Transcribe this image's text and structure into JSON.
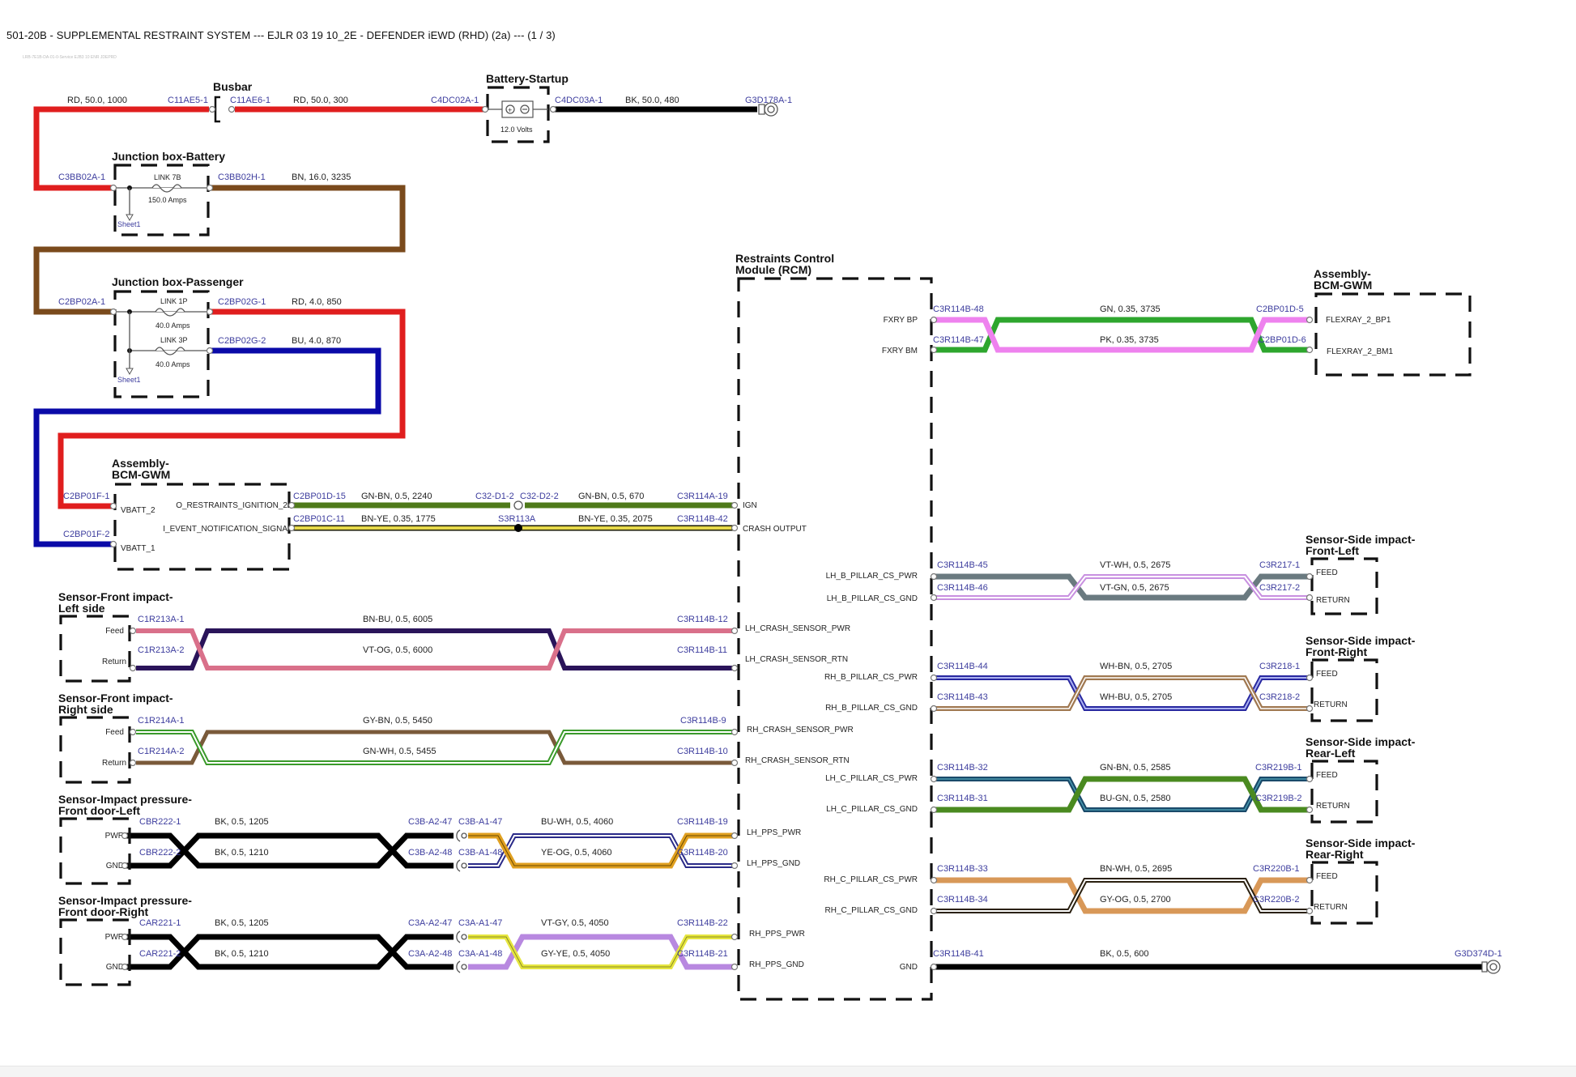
{
  "header": {
    "title": "501-20B - SUPPLEMENTAL RESTRAINT SYSTEM --- EJLR 03 19 10_2E - DEFENDER iEWD (RHD) (2a) --- (1 / 3)",
    "subtitle": "LRB-7E1B-DA-01-0-Service EJB3 10 ENR JDEPRD"
  },
  "colors": {
    "RD": "#e01e1e",
    "BK": "#000000",
    "BN": "#7a4a1c",
    "BU": "#0a0aa8",
    "GN_BN": "#4f7a1a",
    "BN_YE": "#e6d84a",
    "GN": "#2ea62e",
    "PK": "#ee82ee",
    "BN_BU": "#2a145a",
    "VT_OG": "#d9708a",
    "GY_BN": "#7a5a3a",
    "GN_WH": "#6ccc4c",
    "BU_WH": "#2a2a88",
    "YE_OG": "#e0a020",
    "VT_GY": "#b888e0",
    "GY_YE": "#e6e640",
    "VT_WH": "#c890e0",
    "VT_GN": "#6a7a80",
    "WH_BN": "#a07850",
    "WH_BU": "#2828a0",
    "GN_BN2": "#4a8a20",
    "BU_GN": "#1a4a6a",
    "BN_WH": "#2a2010",
    "GY_OG": "#d89858",
    "connector": "#3d3d9e",
    "outline": "#111111"
  },
  "components": {
    "busbar": "Busbar",
    "battery": {
      "title": "Battery-Startup",
      "voltage": "12.0 Volts"
    },
    "jb_battery": {
      "title": "Junction box-Battery",
      "link": "LINK 7B",
      "amps": "150.0 Amps",
      "sheet": "Sheet1"
    },
    "jb_passenger": {
      "title": "Junction box-Passenger",
      "link1": "LINK 1P",
      "amps1": "40.0 Amps",
      "link2": "LINK 3P",
      "amps2": "40.0 Amps",
      "sheet": "Sheet1"
    },
    "bcm_left": {
      "title1": "Assembly-",
      "title2": "BCM-GWM",
      "pins": [
        "VBATT_2",
        "VBATT_1",
        "O_RESTRAINTS_IGNITION_2",
        "I_EVENT_NOTIFICATION_SIGNA"
      ]
    },
    "rcm": {
      "title1": "Restraints Control",
      "title2": "Module (RCM)"
    },
    "bcm_right": {
      "title1": "Assembly-",
      "title2": "BCM-GWM",
      "pins": [
        "FLEXRAY_2_BP1",
        "FLEXRAY_2_BM1"
      ]
    },
    "front_left": {
      "title1": "Sensor-Front impact-",
      "title2": "Left side",
      "pins": [
        "Feed",
        "Return"
      ]
    },
    "front_right": {
      "title1": "Sensor-Front impact-",
      "title2": "Right side",
      "pins": [
        "Feed",
        "Return"
      ]
    },
    "pps_left": {
      "title1": "Sensor-Impact pressure-",
      "title2": "Front door-Left",
      "pins": [
        "PWR",
        "GND"
      ]
    },
    "pps_right": {
      "title1": "Sensor-Impact pressure-",
      "title2": "Front door-Right",
      "pins": [
        "PWR",
        "GND"
      ]
    },
    "side_fl": {
      "title1": "Sensor-Side impact-",
      "title2": "Front-Left",
      "pins": [
        "FEED",
        "RETURN"
      ]
    },
    "side_fr": {
      "title1": "Sensor-Side impact-",
      "title2": "Front-Right",
      "pins": [
        "FEED",
        "RETURN"
      ]
    },
    "side_rl": {
      "title1": "Sensor-Side impact-",
      "title2": "Rear-Left",
      "pins": [
        "FEED",
        "RETURN"
      ]
    },
    "side_rr": {
      "title1": "Sensor-Side impact-",
      "title2": "Rear-Right",
      "pins": [
        "FEED",
        "RETURN"
      ]
    }
  },
  "rcm_pins": {
    "left": [
      "IGN",
      "CRASH OUTPUT",
      "LH_CRASH_SENSOR_PWR",
      "LH_CRASH_SENSOR_RTN",
      "RH_CRASH_SENSOR_PWR",
      "RH_CRASH_SENSOR_RTN",
      "LH_PPS_PWR",
      "LH_PPS_GND",
      "RH_PPS_PWR",
      "RH_PPS_GND"
    ],
    "right": [
      "FXRY BP",
      "FXRY BM",
      "LH_B_PILLAR_CS_PWR",
      "LH_B_PILLAR_CS_GND",
      "RH_B_PILLAR_CS_PWR",
      "RH_B_PILLAR_CS_GND",
      "LH_C_PILLAR_CS_PWR",
      "LH_C_PILLAR_CS_GND",
      "RH_C_PILLAR_CS_PWR",
      "RH_C_PILLAR_CS_GND",
      "GND"
    ]
  },
  "connectors": {
    "c11ae5": "C11AE5-1",
    "c11ae6": "C11AE6-1",
    "c4dc02a": "C4DC02A-1",
    "c4dc03a": "C4DC03A-1",
    "g3d178a": "G3D178A-1",
    "c3bb02a": "C3BB02A-1",
    "c3bb02h": "C3BB02H-1",
    "c2bp02a": "C2BP02A-1",
    "c2bp02g1": "C2BP02G-1",
    "c2bp02g2": "C2BP02G-2",
    "c2bp01f1": "C2BP01F-1",
    "c2bp01f2": "C2BP01F-2",
    "c2bp01d15": "C2BP01D-15",
    "c2bp01c11": "C2BP01C-11",
    "c32d12": "C32-D1-2",
    "c32d22": "C32-D2-2",
    "s3r113a": "S3R113A",
    "c3r114a19": "C3R114A-19",
    "c3r114b42": "C3R114B-42",
    "c1r213a1": "C1R213A-1",
    "c1r213a2": "C1R213A-2",
    "c3r114b12": "C3R114B-12",
    "c3r114b11": "C3R114B-11",
    "c1r214a1": "C1R214A-1",
    "c1r214a2": "C1R214A-2",
    "c3r114b9": "C3R114B-9",
    "c3r114b10": "C3R114B-10",
    "cbr2221": "CBR222-1",
    "cbr2222": "CBR222-2",
    "c3ba247": "C3B-A2-47",
    "c3ba147": "C3B-A1-47",
    "c3ba248": "C3B-A2-48",
    "c3ba148": "C3B-A1-48",
    "c3r114b19": "C3R114B-19",
    "c3r114b20": "C3R114B-20",
    "car2211": "CAR221-1",
    "car2212": "CAR221-2",
    "c3aa247": "C3A-A2-47",
    "c3aa147": "C3A-A1-47",
    "c3aa248": "C3A-A2-48",
    "c3aa148": "C3A-A1-48",
    "c3r114b22": "C3R114B-22",
    "c3r114b21": "C3R114B-21",
    "c3r114b48": "C3R114B-48",
    "c3r114b47": "C3R114B-47",
    "c2bp01d5": "C2BP01D-5",
    "c2bp01d6": "C2BP01D-6",
    "c3r114b45": "C3R114B-45",
    "c3r114b46": "C3R114B-46",
    "c3r2171": "C3R217-1",
    "c3r2172": "C3R217-2",
    "c3r114b44": "C3R114B-44",
    "c3r114b43": "C3R114B-43",
    "c3r2181": "C3R218-1",
    "c3r2182": "C3R218-2",
    "c3r114b32": "C3R114B-32",
    "c3r114b31": "C3R114B-31",
    "c3r219b1": "C3R219B-1",
    "c3r219b2": "C3R219B-2",
    "c3r114b33": "C3R114B-33",
    "c3r114b34": "C3R114B-34",
    "c3r220b1": "C3R220B-1",
    "c3r220b2": "C3R220B-2",
    "c3r114b41": "C3R114B-41",
    "g3d374d": "G3D374D-1"
  },
  "wires": {
    "w1": "RD,  50.0,  1000",
    "w2": "RD,  50.0,  300",
    "w3": "BK,  50.0,  480",
    "w4": "BN,  16.0,  3235",
    "w5": "RD,  4.0,  850",
    "w6": "BU,  4.0,  870",
    "w7": "GN-BN,  0.5,  2240",
    "w8": "GN-BN,  0.5,  670",
    "w9": "BN-YE,  0.35,  1775",
    "w10": "BN-YE,  0.35,  2075",
    "w11": "BN-BU,  0.5,  6005",
    "w12": "VT-OG,  0.5,  6000",
    "w13": "GY-BN,  0.5,  5450",
    "w14": "GN-WH,  0.5,  5455",
    "w15": "BK,  0.5,  1205",
    "w16": "BK,  0.5,  1210",
    "w17": "BU-WH,  0.5,  4060",
    "w18": "YE-OG,  0.5,  4060",
    "w19": "BK,  0.5,  1205",
    "w20": "BK,  0.5,  1210",
    "w21": "VT-GY,  0.5,  4050",
    "w22": "GY-YE,  0.5,  4050",
    "w23": "GN,  0.35,  3735",
    "w24": "PK,  0.35,  3735",
    "w25": "VT-WH,  0.5,  2675",
    "w26": "VT-GN,  0.5,  2675",
    "w27": "WH-BN,  0.5,  2705",
    "w28": "WH-BU,  0.5,  2705",
    "w29": "GN-BN,  0.5,  2585",
    "w30": "BU-GN,  0.5,  2580",
    "w31": "BN-WH,  0.5,  2695",
    "w32": "GY-OG,  0.5,  2700",
    "w33": "BK,  0.5,  600"
  }
}
